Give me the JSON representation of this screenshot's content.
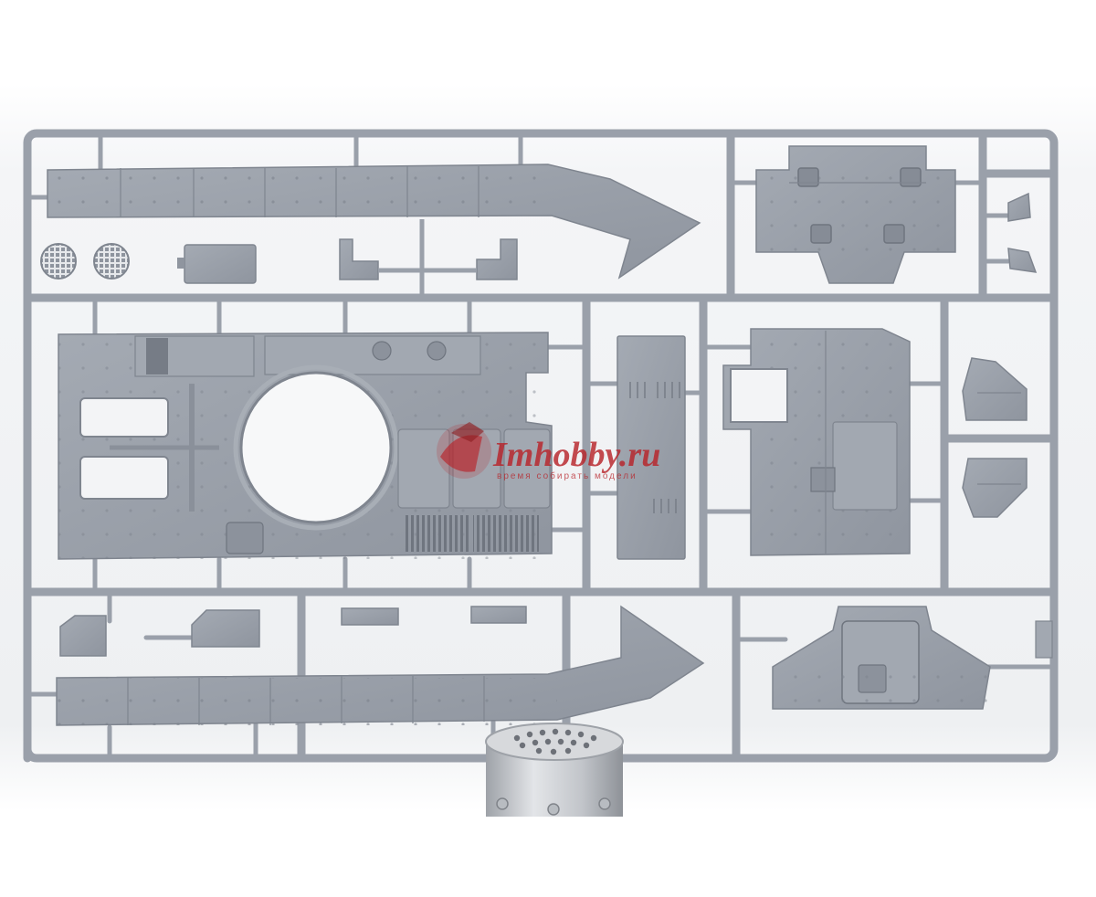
{
  "scene": {
    "description_icon": "plastic-model-sprue-photo",
    "colors": {
      "background": "#ffffff",
      "backdrop": "#f1f2f4",
      "plastic": "#9aa0aa",
      "plastic_dark": "#7f858f",
      "plastic_light": "#b4b9c1",
      "watermark": "#b8242a",
      "metal": "#c9ccd0"
    }
  },
  "watermark": {
    "site": "Imhobby.ru",
    "tagline": "время собирать модели"
  }
}
